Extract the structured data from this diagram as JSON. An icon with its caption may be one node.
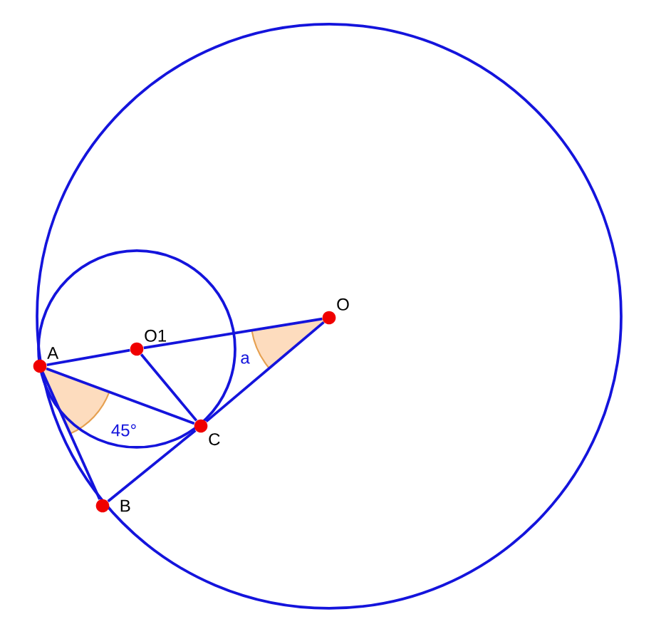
{
  "diagram": {
    "nodes": [
      {
        "text": [
          "A"
        ]
      },
      {
        "text": [
          "O1"
        ]
      },
      {
        "text": [
          "O"
        ]
      },
      {
        "text": [
          "C"
        ]
      },
      {
        "text": [
          "B"
        ]
      }
    ],
    "edges": [
      {
        "from": 0,
        "to": 1,
        "arrow": "none"
      },
      {
        "from": 1,
        "to": 2,
        "arrow": "none"
      },
      {
        "from": 1,
        "to": 3,
        "arrow": "none"
      },
      {
        "from": 0,
        "to": 3,
        "arrow": "none"
      },
      {
        "from": 0,
        "to": 4,
        "arrow": "none"
      },
      {
        "from": 2,
        "to": 3,
        "arrow": "none"
      },
      {
        "from": 3,
        "to": 4,
        "arrow": "none"
      }
    ],
    "labels": [
      "a",
      "45°"
    ]
  }
}
